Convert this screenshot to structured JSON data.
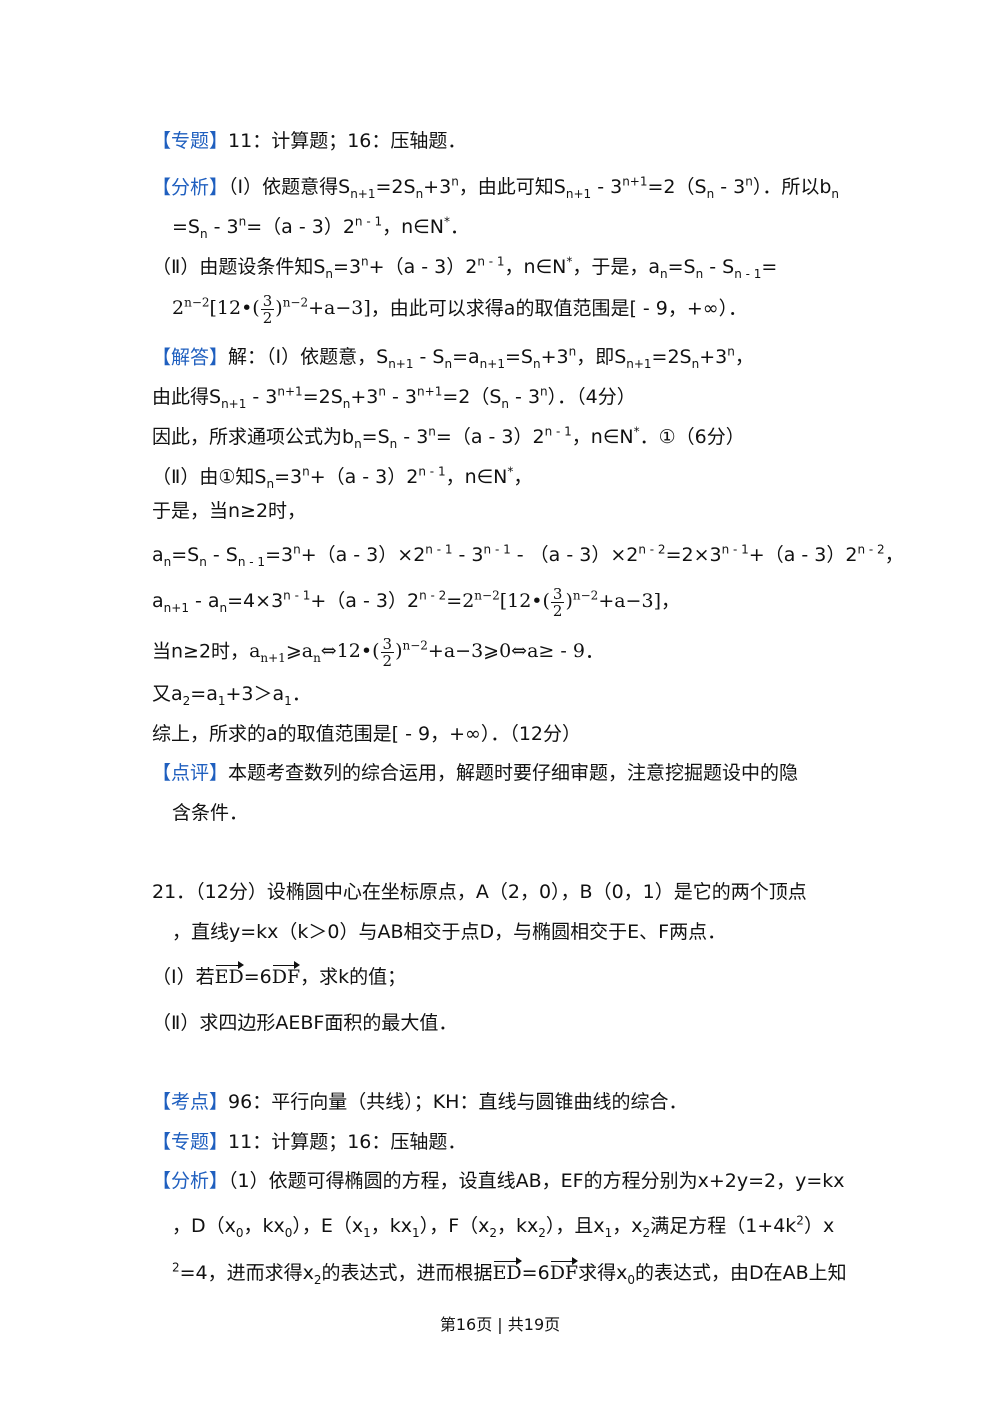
{
  "lines": [
    {
      "tag": "【专题】",
      "html": "11：计算题；16：压轴题．"
    },
    {
      "tag": "【分析】",
      "html": "（Ⅰ）依题意得S<sub>n+1</sub>=2S<sub>n</sub>+3<sup>n</sup>，由此可知S<sub>n+1</sub> - 3<sup>n+1</sup>=2（S<sub>n</sub> - 3<sup>n</sup>）．所以b<sub>n</sub>"
    },
    {
      "html": "=S<sub>n</sub> - 3<sup>n</sup>=（a - 3）2<sup>n - 1</sup>，n∈N<sup>*</sup>．"
    },
    {
      "html": "（Ⅱ）由题设条件知S<sub>n</sub>=3<sup>n</sup>+（a - 3）2<sup>n - 1</sup>，n∈N<sup>*</sup>，于是，a<sub>n</sub>=S<sub>n</sub> - S<sub>n - 1</sub>="
    },
    {
      "html": "<span class=\"mf\">2<sup>n−2</sup>[12•(<span class=\"frac\"><span class=\"num\">3</span><span class=\"den\">2</span></span>)<sup>n−2</sup>+a−3]</span>，由此可以求得a的取值范围是[ - 9，+∞）．"
    },
    {
      "tag": "【解答】",
      "html": "解：（Ⅰ）依题意，S<sub>n+1</sub> - S<sub>n</sub>=a<sub>n+1</sub>=S<sub>n</sub>+3<sup>n</sup>，即S<sub>n+1</sub>=2S<sub>n</sub>+3<sup>n</sup>，"
    },
    {
      "html": "由此得S<sub>n+1</sub> - 3<sup>n+1</sup>=2S<sub>n</sub>+3<sup>n</sup> - 3<sup>n+1</sup>=2（S<sub>n</sub> - 3<sup>n</sup>）．（4分）"
    },
    {
      "html": "因此，所求通项公式为b<sub>n</sub>=S<sub>n</sub> - 3<sup>n</sup>=（a - 3）2<sup>n - 1</sup>，n∈N<sup>*</sup>．①（6分）"
    },
    {
      "html": "（Ⅱ）由①知S<sub>n</sub>=3<sup>n</sup>+（a - 3）2<sup>n - 1</sup>，n∈N<sup>*</sup>，"
    },
    {
      "html": "于是，当n≥2时，"
    },
    {
      "html": "a<sub>n</sub>=S<sub>n</sub> - S<sub>n - 1</sub>=3<sup>n</sup>+（a - 3）×2<sup>n - 1</sup> - 3<sup>n - 1</sup> - （a - 3）×2<sup>n - 2</sup>=2×3<sup>n - 1</sup>+（a - 3）2<sup>n - 2</sup>，"
    },
    {
      "html": "a<sub>n+1</sub> - a<sub>n</sub>=4×3<sup>n - 1</sup>+（a - 3）2<sup>n - 2</sup>=<span class=\"mf\">2<sup>n−2</sup>[12•(<span class=\"frac\"><span class=\"num\">3</span><span class=\"den\">2</span></span>)<sup>n−2</sup>+a−3]</span>，"
    },
    {
      "html": "当n≥2时，<span class=\"mf\">a<sub>n+1</sub>⩾a<sub>n</sub>⇔12•(<span class=\"frac\"><span class=\"num\">3</span><span class=\"den\">2</span></span>)<sup>n−2</sup>+a−3⩾0⇔a≥ - 9</span>．"
    },
    {
      "html": "又a<sub>2</sub>=a<sub>1</sub>+3＞a<sub>1</sub>．"
    },
    {
      "html": "综上，所求的a的取值范围是[ - 9，+∞）．（12分）"
    },
    {
      "tag": "【点评】",
      "html": "本题考查数列的综合运用，解题时要仔细审题，注意挖掘题设中的隐"
    },
    {
      "html": "含条件．"
    },
    {
      "html": "21．（12分）设椭圆中心在坐标原点，A（2，0），B（0，1）是它的两个顶点"
    },
    {
      "html": "，直线y=kx（k＞0）与AB相交于点D，与椭圆相交于E、F两点．"
    },
    {
      "html": "（Ⅰ）若<span class=\"vec\">ED</span>=6<span class=\"vec\">DF</span>，求k的值；"
    },
    {
      "html": "（Ⅱ）求四边形AEBF面积的最大值．"
    },
    {
      "tag": "【考点】",
      "html": "96：平行向量（共线）；KH：直线与圆锥曲线的综合．"
    },
    {
      "tag": "【专题】",
      "html": "11：计算题；16：压轴题．"
    },
    {
      "tag": "【分析】",
      "html": "（1）依题可得椭圆的方程，设直线AB，EF的方程分别为x+2y=2，y=kx"
    },
    {
      "html": "，D（x<sub>0</sub>，kx<sub>0</sub>），E（x<sub>1</sub>，kx<sub>1</sub>），F（x<sub>2</sub>，kx<sub>2</sub>），且x<sub>1</sub>，x<sub>2</sub>满足方程（1+4k<sup>2</sup>）x"
    },
    {
      "html": "<sup>2</sup>=4，进而求得x<sub>2</sub>的表达式，进而根据<span class=\"vec\">ED</span>=6<span class=\"vec\">DF</span>求得x<sub>0</sub>的表达式，由D在AB上知"
    }
  ],
  "footer": "第16页 | 共19页"
}
